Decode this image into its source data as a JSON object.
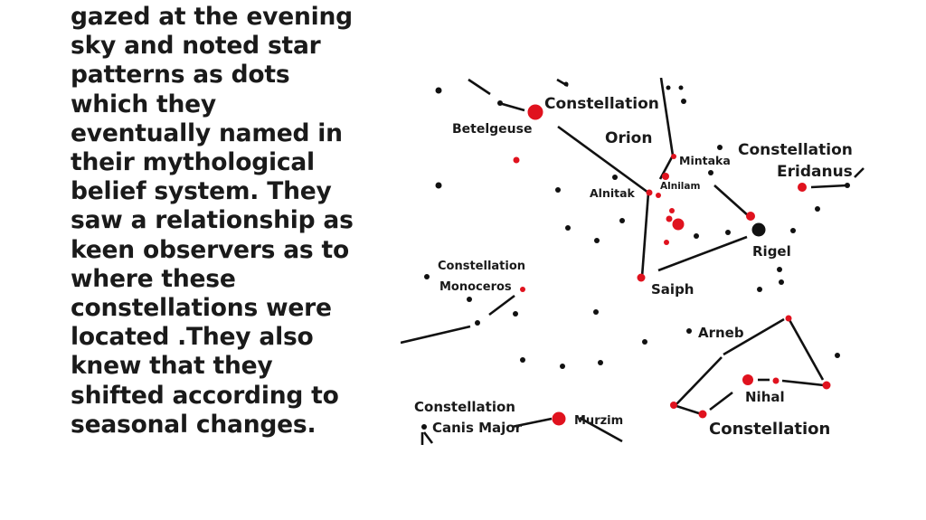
{
  "body_text": [
    "gazed at the evening",
    "sky and noted star",
    "patterns as dots",
    "which they",
    "eventually named in",
    "their mythological",
    "belief system. They",
    "saw a relationship as",
    "keen observers as to",
    "where these",
    "constellations were",
    "located .They also",
    "knew that they",
    "shifted according to",
    "seasonal changes."
  ],
  "star_map": {
    "labels": {
      "constellation_orion_top": "Constellation",
      "orion": "Orion",
      "betelgeuse": "Betelgeuse",
      "mintaka": "Mintaka",
      "alnitak": "Alnitak",
      "alnilam": "Alnilam",
      "constellation_eridanus_top": "Constellation",
      "eridanus": "Eridanus",
      "rigel": "Rigel",
      "constellation_monoceros_top": "Constellation",
      "monoceros": "Monoceros",
      "saiph": "Saiph",
      "arneb": "Arneb",
      "nihal": "Nihal",
      "constellation_canis_top": "Constellation",
      "canis_major": "Canis Major",
      "murzim": "Murzim",
      "constellation_lepus_bottom": "Constellation"
    },
    "colors": {
      "red_star": "#e0121e",
      "black_star": "#111111",
      "line": "#111111"
    }
  }
}
